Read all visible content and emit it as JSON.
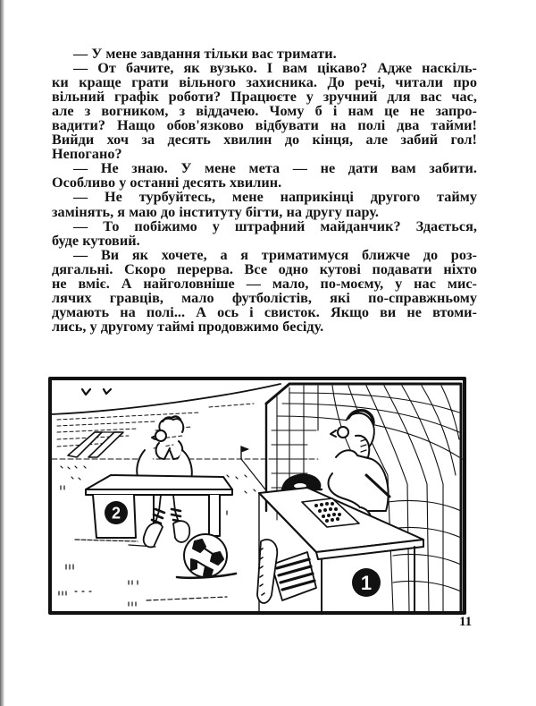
{
  "page": {
    "page_number": "11",
    "paragraphs": [
      {
        "lines": [
          "— У мене завдання тільки вас тримати."
        ]
      },
      {
        "lines": [
          "— От бачите, як вузько. І вам цікаво? Адже наскіль-",
          "ки краще грати вільного захисника. До речі, читали про",
          "вільний графік роботи? Працюєте у зручний для вас час,",
          "але з вогником, з віддачею. Чому б і нам це не запро-",
          "вадити? Нащо обов'язково відбувати на полі два тайми!",
          "Вийди хоч за десять хвилин до кінця, але забий гол!",
          "Непогано?"
        ]
      },
      {
        "lines": [
          "— Не знаю. У мене мета — не дати вам забити.",
          "Особливо у останні десять хвилин."
        ]
      },
      {
        "lines": [
          "— Не турбуйтесь, мене наприкінці другого тайму",
          "замінять, я маю до інституту бігти, на другу пару."
        ]
      },
      {
        "lines": [
          "— То побіжимо у штрафний майданчик? Здається,",
          "буде кутовий."
        ]
      },
      {
        "lines": [
          "— Ви як хочете, а я триматимуся ближче до роз-",
          "дягальні. Скоро перерва. Все одно кутові подавати ніхто",
          "не вміє. А найголовніше — мало, по-моєму, у нас мис-",
          "лячих гравців, мало футболістів, які по-справжньому",
          "думають на полі... А ось і свисток. Якщо ви не втоми-",
          "лись, у другому таймі продовжимо бесіду."
        ]
      }
    ],
    "illustration": {
      "description": "Cartoon: two football players sitting at office desks on a football pitch; player 2 rests head in hands at a desk in midfield, player 1 sits at a desk with a telephone and keyboard in front of the goal net; a football lies on the grass",
      "desk_labels": [
        "2",
        "1"
      ],
      "colors": {
        "ink": "#111111",
        "paper": "#ffffff"
      }
    }
  }
}
